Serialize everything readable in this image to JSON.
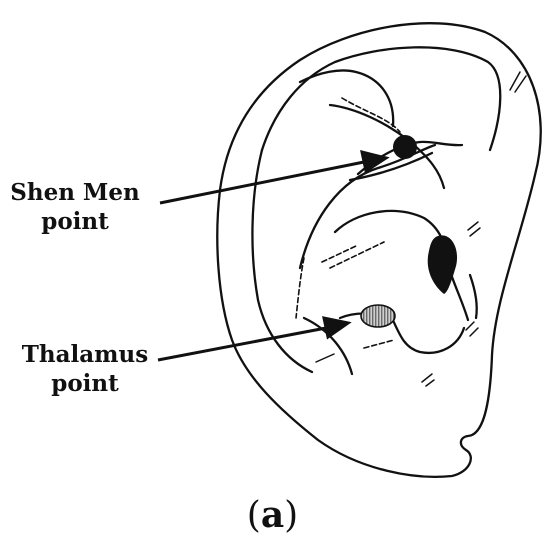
{
  "labels": {
    "shen_men": {
      "line1": "Shen Men",
      "line2": "point"
    },
    "thalamus": {
      "line1": "Thalamus",
      "line2": "point"
    }
  },
  "caption": {
    "open": "(",
    "letter": "a",
    "close": ")"
  },
  "colors": {
    "ink": "#111111",
    "hatch_fill": "#9a9a9a",
    "background": "#ffffff"
  }
}
